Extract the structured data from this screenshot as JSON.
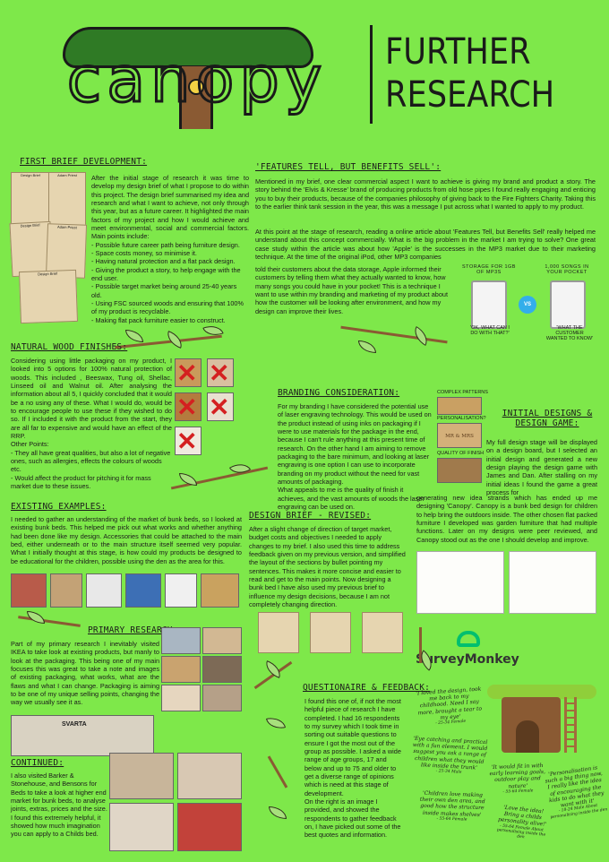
{
  "header": {
    "logo": "canopy",
    "title_line1": "FURTHER",
    "title_line2": "RESEARCH"
  },
  "first_brief": {
    "heading": "FIRST BRIEF DEVELOPMENT:",
    "body": "After the initial stage of research it was time to develop my design brief of what I propose to do within this project. The design brief summarised my idea and research and what I want to achieve, not only through this year, but as a future career. It highlighted the main factors of my project and how I would achieve and meet environmental, social and commercial factors. Main points include:",
    "points": [
      "- Possible future career path being furniture design.",
      "- Space costs money, so minimise it.",
      "- Having natural protection and a flat pack design.",
      "- Giving the product a story, to help engage with the end user.",
      "- Possible target market being around 25-40 years old.",
      "- Using FSC sourced woods and ensuring that 100% of my product is recyclable.",
      "- Making flat pack furniture easier to construct."
    ],
    "sheets": [
      "Design Brief",
      "Adam Priest",
      "Design Brief",
      "Adam Priest",
      "Design Brief"
    ]
  },
  "features": {
    "heading": "'FEATURES TELL, BUT BENEFITS SELL':",
    "para1": "Mentioned in my brief, one clear commercial aspect I want to achieve is giving my brand and product a story. The story behind the 'Elvis & Kresse' brand of producing products from old hose pipes I found really engaging and enticing you to buy their products, because of the companies philosophy of giving back to the Fire Fighters Charity. Taking this to the earlier think tank session in the year, this was a message I put across what I wanted to apply to my product.",
    "para2a": "At this point at the stage of research, reading a online article about 'Features Tell, but Benefits Sell' really helped me understand about this concept commercially.  What is the big problem in the market I am trying to solve? One great case study within the article was about how 'Apple' is the successes in the MP3 market due to their marketing technique. At the time of the original iPod, other MP3  companies",
    "para2b": "told their customers about the data storage, Apple informed their customers by telling them what they actually wanted to know, how many songs you could have in your pocket! This is a technique I want to use within my branding and marketing of my product about how the customer will be looking after environment, and how my design can improve their lives.",
    "storage_label": "STORAGE FOR 1GB OF MP3S",
    "songs_label": "1,000 SONGS IN YOUR POCKET",
    "vs": "VS",
    "left_q": "'OK, WHAT CAN I DO WITH THAT?'",
    "right_q": "'WHAT THE CUSTOMER WANTED TO KNOW'"
  },
  "natural_wood": {
    "heading": "NATURAL WOOD FINISHES:",
    "body": "Considering using little packaging on my product, I looked into 5 options for 100% natural protection of woods. This included , Beeswax, Tung oil, Shellac, Linseed oil and Walnut oil. After analysing the information about all 5, I quickly concluded that it would be a no using any of these. What I would do, would be to encourage people to use these if they wished to do so. If I included it with the product from the start, they are all far to expensive and would have an effect of the RRP.",
    "other_title": "Other Points:",
    "points": [
      "- They all have great qualities, but also a lot of negative ones, such as allergies, effects the colours of woods etc.",
      "- Would affect the product for pitching it for mass market due to these issues."
    ]
  },
  "branding": {
    "heading": "BRANDING CONSIDERATION:",
    "body1": "For my branding I have considered the potential use of laser engraving technology. This would be used on the product instead of using inks on packaging if I were to use materials for the package in the end, because I can't rule anything at this present time of research.  On the other hand I am aiming to remove packaging to the bare minimum, and looking at laser engraving is one option I can use to incorporate branding on my product without the need for vast amounts of packaging.",
    "body2": "What appeals to me is the quality of finish it achieves, and the vast amounts of woods the laser engraving can be used on.",
    "label_patterns": "COMPLEX PATTERNS",
    "label_personalisation": "PERSONALISATION?",
    "label_quality": "QUALITY OF FINISH",
    "sample_text": "MR & MRS SMITH"
  },
  "initial_designs": {
    "heading_line1": "INITIAL DESIGNS &",
    "heading_line2": "DESIGN GAME:",
    "body_a": "My full design stage will be displayed on a design board, but I selected an initial design and generated a new design playing the design game with James and Dan.  After stalling on my initial ideas I found the game a great process for",
    "body_b": "generating new idea strands which has ended up me designing 'Canopy'. Canopy is a bunk bed design for children to help bring the outdoors inside. The other chosen flat packed furniture I developed was garden furniture that had multiple functions. Later on my designs were peer reviewed, and Canopy stood out as the one I should develop and improve."
  },
  "existing": {
    "heading": "EXISTING EXAMPLES:",
    "body": "I needed to gather an understanding of the market of bunk beds, so I looked at existing bunk beds. This helped me pick out what works and whether anything had been done like my design. Accessories that could be attached to the main bed, either underneath or to the main structure itself seemed very popular. What I initially thought at this stage, is how could my products be designed to be educational for the children, possible using the den as the area for this."
  },
  "brief_revised": {
    "heading": "DESIGN BRIEF - REVISED:",
    "body": "After a slight change of direction of target market, budget costs and objectives I needed to apply changes to my brief. I also used this time to address feedback given on my previous version, and simplified the layout of the sections by bullet pointing my sentences. This makes it more concise and easier to read and get to the main points. Now designing a bunk bed I have also used my previous brief to influence my design decisions, because I am not completely changing direction."
  },
  "primary": {
    "heading": "PRIMARY RESEARCH:",
    "body": "Part of my primary research I inevitably visited IKEA to take look at existing products, but manly to look at the packaging. This being one of my main focuses this was great to take a note and images of existing packaging, what works, what are the flaws and what I can change. Packaging is aiming to be one of my unique selling points, changing the way we usually see it as.",
    "box_label": "SVARTA"
  },
  "continued": {
    "heading": "CONTINUED:",
    "body": "I also visited Barker & Stonehouse, and Bensons for Beds to take a look at higher end market for bunk beds, to analyse joints, extras, prices and the size. I found this extremely helpful, it showed how much imagination you can apply to a Childs bed."
  },
  "questionnaire": {
    "heading": "QUESTIONAIRE & FEEDBACK:",
    "body1": "I found this one of, if not the most helpful piece of research I have completed. I had 16 respondents to my survey which I took time in sorting out suitable questions to ensure I got the most out of the group as possible. I asked a wide range of age groups, 17 and below and up to 75 and older to get a diverse range of opinions which is need at this stage of development.",
    "body2": "On the right is an image I provided, and showed the respondents to gather feedback on, I have picked out some of the best quotes and information.",
    "logo": "SurveyMonkey"
  },
  "quotes": [
    {
      "text": "'I loved the design, took me back to my childhood. Need I say more, brought a tear to my eye'",
      "by": "- 25-34 Female"
    },
    {
      "text": "'Eye catching and practical with a fun element. I would suggest you ask a range of children what they would like inside the trunk'",
      "by": "- 25-34 Male"
    },
    {
      "text": "'It would fit in with early learning goals, outdoor play and nature'",
      "by": "- 55-64 Female"
    },
    {
      "text": "'Children love making their own den area, and good how the structure inside makes shelves'",
      "by": "- 55-64 Female"
    },
    {
      "text": "'Love the idea! Bring a childs personality alive!'",
      "by": "- 55-64 Female  About personalising inside the den"
    },
    {
      "text": "'Personalisation is such a big thing now, I really like the idea of encouraging the kids to do what they want with it'",
      "by": "- 18-24 Male  About personalising inside the den"
    }
  ],
  "colors": {
    "background": "#7ee84a",
    "trunk": "#8a5a33",
    "canopy": "#2f7a25",
    "vs": "#33aeea",
    "survey": "#00bf6f"
  }
}
